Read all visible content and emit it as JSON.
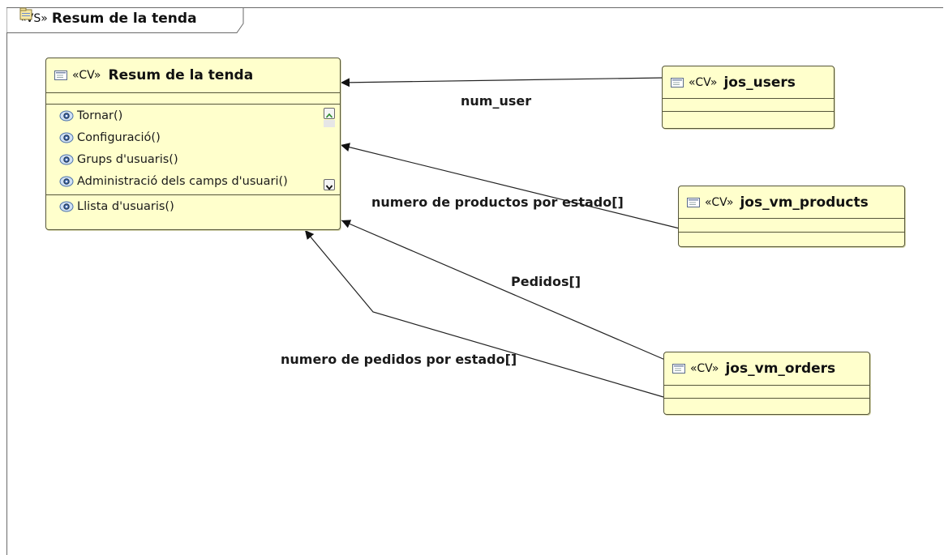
{
  "frame": {
    "stereotype": "«VS»",
    "title": "Resum de la tenda",
    "icon": "package-icon"
  },
  "classes": {
    "resum": {
      "stereotype": "«CV»",
      "name": "Resum de la tenda",
      "operations": [
        "Tornar()",
        "Configuració()",
        "Grups d'usuaris()",
        "Administració dels camps d'usuari()"
      ],
      "extra_operations": [
        "Llista d'usuaris()"
      ]
    },
    "jos_users": {
      "stereotype": "«CV»",
      "name": "jos_users"
    },
    "jos_vm_products": {
      "stereotype": "«CV»",
      "name": "jos_vm_products"
    },
    "jos_vm_orders": {
      "stereotype": "«CV»",
      "name": "jos_vm_orders"
    }
  },
  "edges": [
    {
      "from": "jos_users",
      "to": "resum",
      "label": "num_user"
    },
    {
      "from": "jos_vm_products",
      "to": "resum",
      "label": "numero de productos por estado[]"
    },
    {
      "from": "jos_vm_orders",
      "to": "resum",
      "label": "Pedidos[]"
    },
    {
      "from": "jos_vm_orders",
      "to": "resum",
      "label": "numero de pedidos por estado[]"
    }
  ],
  "colors": {
    "class_fill": "#ffffcc",
    "class_border": "#55553a",
    "edge": "#222222"
  }
}
